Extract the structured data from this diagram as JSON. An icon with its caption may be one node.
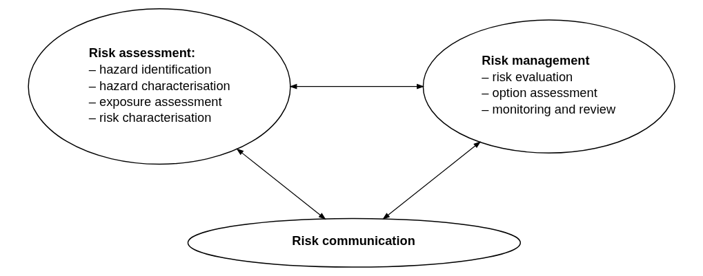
{
  "diagram": {
    "nodes": [
      {
        "text": [
          "Risk assessment:",
          "– hazard identification",
          "– hazard characterisation",
          "– exposure assessment",
          "– risk characterisation"
        ]
      },
      {
        "text": [
          "Risk management",
          "– risk evaluation",
          "– option assessment",
          "– monitoring and review"
        ]
      },
      {
        "text": [
          "Risk communication"
        ]
      }
    ],
    "edges": [
      {
        "from": 0,
        "to": 1,
        "arrow": "both"
      },
      {
        "from": 0,
        "to": 2,
        "arrow": "both"
      },
      {
        "from": 1,
        "to": 2,
        "arrow": "both"
      }
    ]
  }
}
